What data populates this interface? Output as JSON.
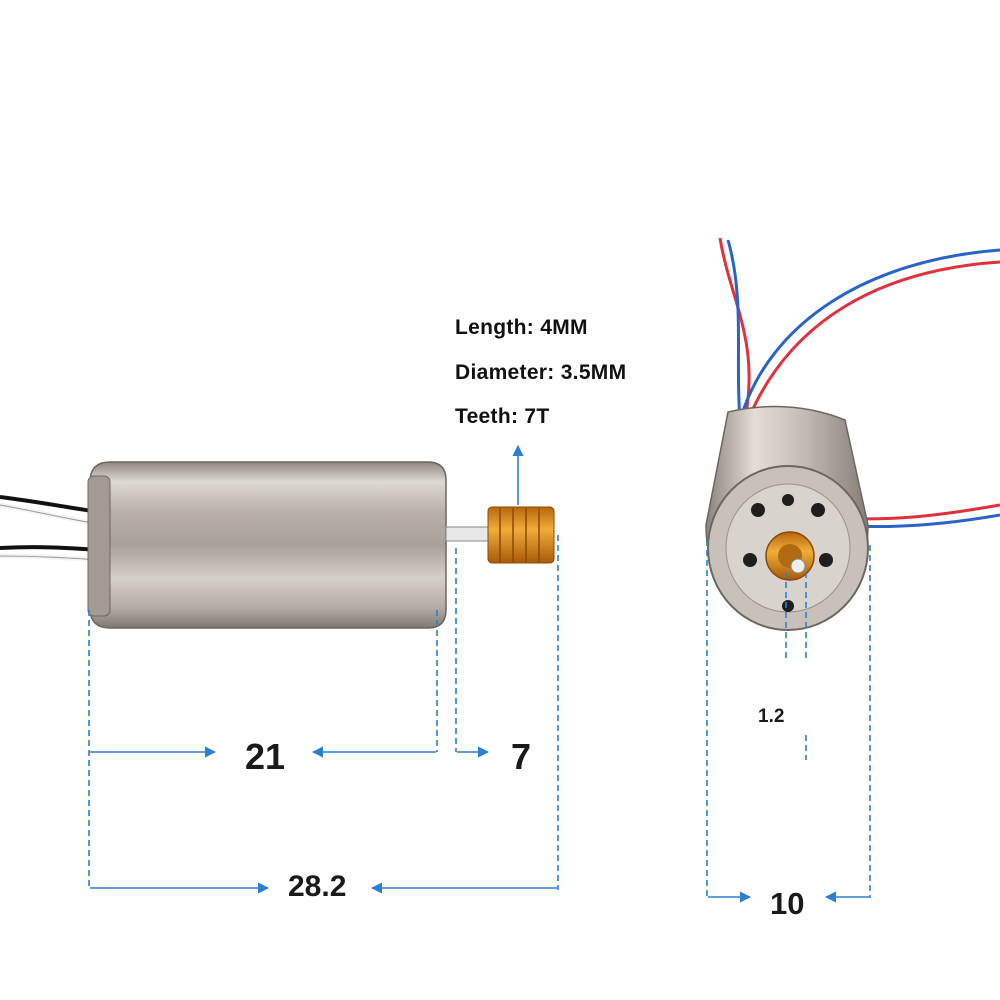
{
  "specs": {
    "length": "Length: 4MM",
    "diameter": "Diameter: 3.5MM",
    "teeth": "Teeth: 7T"
  },
  "dimensions": {
    "body_length": "21",
    "shaft_length": "7",
    "total_length": "28.2",
    "diameter": "10",
    "shaft_diameter": "1.2"
  },
  "colors": {
    "dimension_line": "#2b7fd4",
    "motor_body": "#c9c2bc",
    "pinion": "#d98c1c",
    "wire_red": "#e0313c",
    "wire_blue": "#2a64c8",
    "wire_black": "#111111"
  }
}
